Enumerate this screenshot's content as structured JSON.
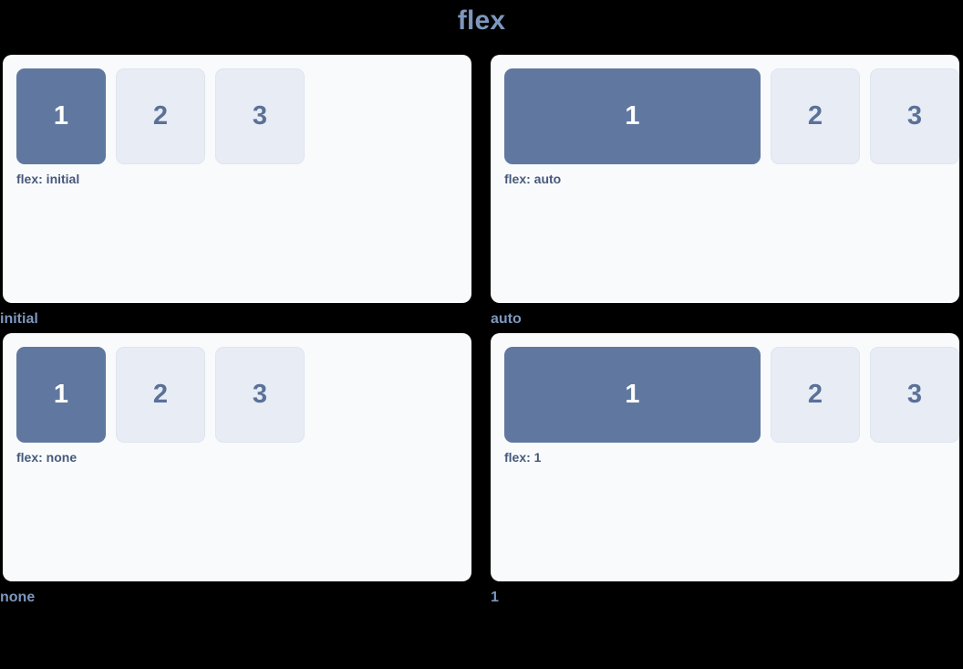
{
  "page": {
    "title": "flex",
    "background_color": "#000000",
    "title_color": "#7d97bd"
  },
  "colors": {
    "panel_bg": "#f9fafc",
    "box_bg": "#e8ecf5",
    "box_border": "#dfe5ef",
    "box_text": "#5a7198",
    "primary_bg": "#60789f",
    "primary_text": "#ffffff",
    "caption_text": "#46597c",
    "section_label": "#7d97bd"
  },
  "demos": [
    {
      "section_label": "initial",
      "caption": "flex: initial",
      "variant": "v-initial",
      "boxes": [
        {
          "label": "1",
          "highlighted": true
        },
        {
          "label": "2",
          "highlighted": false
        },
        {
          "label": "3",
          "highlighted": false
        }
      ]
    },
    {
      "section_label": "auto",
      "caption": "flex: auto",
      "variant": "v-auto",
      "boxes": [
        {
          "label": "1",
          "highlighted": true
        },
        {
          "label": "2",
          "highlighted": false
        },
        {
          "label": "3",
          "highlighted": false
        }
      ]
    },
    {
      "section_label": "none",
      "caption": "flex: none",
      "variant": "v-none",
      "boxes": [
        {
          "label": "1",
          "highlighted": true
        },
        {
          "label": "2",
          "highlighted": false
        },
        {
          "label": "3",
          "highlighted": false
        }
      ]
    },
    {
      "section_label": "1",
      "caption": "flex: 1",
      "variant": "v-one",
      "boxes": [
        {
          "label": "1",
          "highlighted": true
        },
        {
          "label": "2",
          "highlighted": false
        },
        {
          "label": "3",
          "highlighted": false
        }
      ]
    }
  ]
}
